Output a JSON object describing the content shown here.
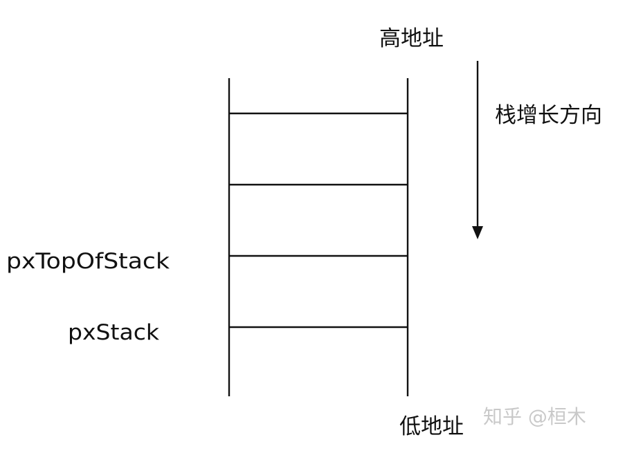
{
  "labels": {
    "high_address": "高地址",
    "low_address": "低地址",
    "growth_direction": "栈增长方向",
    "px_top_of_stack": "pxTopOfStack",
    "px_stack": "pxStack"
  },
  "watermark": "知乎 @桓木",
  "colors": {
    "line": "#111111",
    "text": "#111111",
    "watermark": "#c9c9c9",
    "background": "#ffffff"
  }
}
